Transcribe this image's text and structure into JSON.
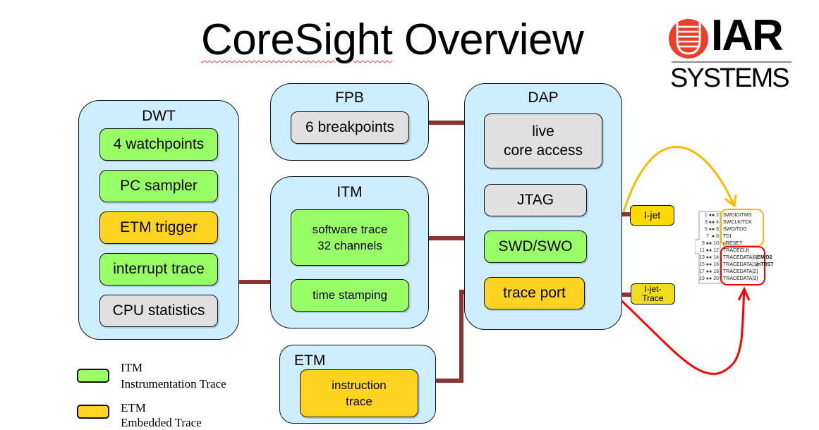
{
  "title": {
    "part1": "CoreSight",
    "part2": " Overview"
  },
  "logo": {
    "top": "IAR",
    "bottom": "SYSTEMS",
    "colors": {
      "circle": "#e8402a",
      "text": "#111111"
    }
  },
  "colors": {
    "group_fill": "#cdeeff",
    "itm_green": "#99ff66",
    "etm_yellow": "#ffd320",
    "neutral_gray": "#e0e0e0",
    "wire": "#8b3333",
    "arrow_orange": "#ffb800",
    "arrow_red": "#ff0000"
  },
  "groups": {
    "dwt": {
      "title": "DWT",
      "items": [
        "4 watchpoints",
        "PC sampler",
        "ETM trigger",
        "interrupt trace",
        "CPU statistics"
      ]
    },
    "fpb": {
      "title": "FPB",
      "items": [
        "6 breakpoints"
      ]
    },
    "itm": {
      "title": "ITM",
      "items": [
        "software trace\n32 channels",
        "time stamping"
      ]
    },
    "etm": {
      "title": "ETM",
      "items": [
        "instruction\ntrace"
      ]
    },
    "dap": {
      "title": "DAP",
      "items": [
        "live\ncore access",
        "JTAG",
        "SWD/SWO",
        "trace port"
      ]
    }
  },
  "probes": {
    "ijet": "I-jet",
    "ijet_trace": "I-jet-\nTrace"
  },
  "connector": {
    "rows": [
      {
        "pins": "1 ●● 2",
        "signal": "SWDIO/TMS",
        "extra": ""
      },
      {
        "pins": "3 ●● 4",
        "signal": "SWCLK/TCK",
        "extra": ""
      },
      {
        "pins": "5 ●● 6",
        "signal": "SWO/TDO",
        "extra": ""
      },
      {
        "pins": "7  ● 8",
        "signal": "TDI",
        "extra": ""
      },
      {
        "pins": "9 ●● 10",
        "signal": "nRESET",
        "extra": ""
      },
      {
        "pins": "11 ●● 12",
        "signal": "TRACECLK",
        "extra": ""
      },
      {
        "pins": "13 ●● 14",
        "signal": "TRACEDATA[0]",
        "extra": "/SWO2"
      },
      {
        "pins": "15 ●● 16",
        "signal": "TRACEDATA[1]",
        "extra": "/nTRST"
      },
      {
        "pins": "17 ●● 18",
        "signal": "TRACEDATA[2]",
        "extra": ""
      },
      {
        "pins": "19 ●● 20",
        "signal": "TRACEDATA[3]",
        "extra": ""
      }
    ]
  },
  "legend": [
    {
      "color": "green",
      "line1": "ITM",
      "line2": "Instrumentation Trace"
    },
    {
      "color": "yellow",
      "line1": "ETM",
      "line2": "Embedded Trace"
    }
  ]
}
